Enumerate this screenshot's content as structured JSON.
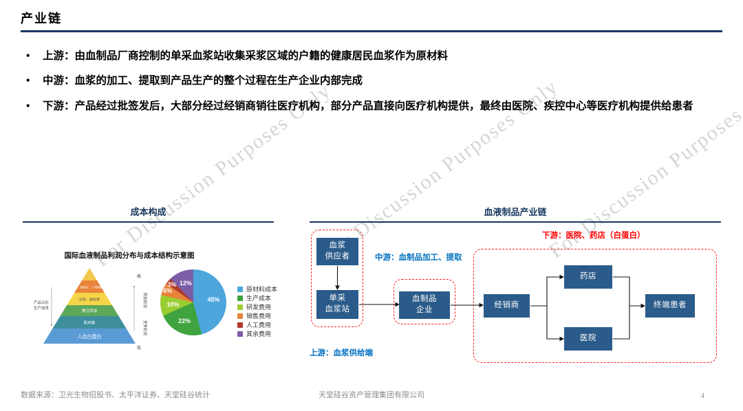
{
  "colors": {
    "accent_navy": "#17375E",
    "node_blue": "#2B5B8A",
    "dashed_red": "#FF1F1F",
    "label_blue": "#0070C0",
    "label_red": "#FF0000",
    "footer_gray": "#8C8C8C"
  },
  "header": {
    "title": "产业链"
  },
  "bullets": [
    "上游：由血制品厂商控制的单采血浆站收集采浆区域的户籍的健康居民血浆作为原材料",
    "中游：血浆的加工、提取到产品生产的整个过程在生产企业内部完成",
    "下游：产品经过批签发后，大部分经过经销商销往医疗机构，部分产品直接向医疗机构提供，最终由医院、疾控中心等医疗机构提供给患者"
  ],
  "watermark": {
    "text": "For Discussion Purposes Only"
  },
  "cost_section": {
    "header": "成本构成",
    "chart_title": "国际血液制品利润分布与成本结构示意图",
    "pyramid": {
      "layers": [
        "",
        "Ⅷ、Ⅸ因子、C1抑制酶等",
        "狂免、破免等",
        "静注丙球",
        "肌丙等",
        "人血白蛋白"
      ],
      "left_label_1": "产品占比",
      "left_label_2": "生产成本",
      "right_top_label": "附加利润",
      "right_bottom_label": "竞争利润",
      "marker_high": "高",
      "marker_low": "低"
    }
  },
  "chart_data": {
    "type": "pie",
    "title": "国际血液制品利润分布与成本结构示意图",
    "labels": [
      "原材料成本",
      "生产成本",
      "研发费用",
      "销售费用",
      "人工费用",
      "其余费用"
    ],
    "values": [
      45,
      22,
      10,
      6,
      3,
      12
    ],
    "data_labels": [
      "45%",
      "22%",
      "10%",
      "6%",
      "3%",
      "12%"
    ],
    "colors": [
      "#4DA6DC",
      "#3FA33F",
      "#9ACD32",
      "#E8833A",
      "#B03A2E",
      "#7B5EA7"
    ],
    "legend_position": "right"
  },
  "chain_section": {
    "header": "血液制品产业链",
    "downstream_label": "下游：医院、药店（白蛋白）",
    "midstream_label": "中游：血制品加工、提取",
    "upstream_label": "上游：血浆供给端",
    "nodes": [
      "血浆\n供应者",
      "单采\n血浆站",
      "血制品\n企业",
      "经销商",
      "药店",
      "医院",
      "终端患者"
    ]
  },
  "footer": {
    "source": "数据来源：卫光生物招股书、太平洋证券、天堂硅谷统计",
    "company": "天堂硅谷资产管理集团有限公司",
    "page_number": "4"
  }
}
